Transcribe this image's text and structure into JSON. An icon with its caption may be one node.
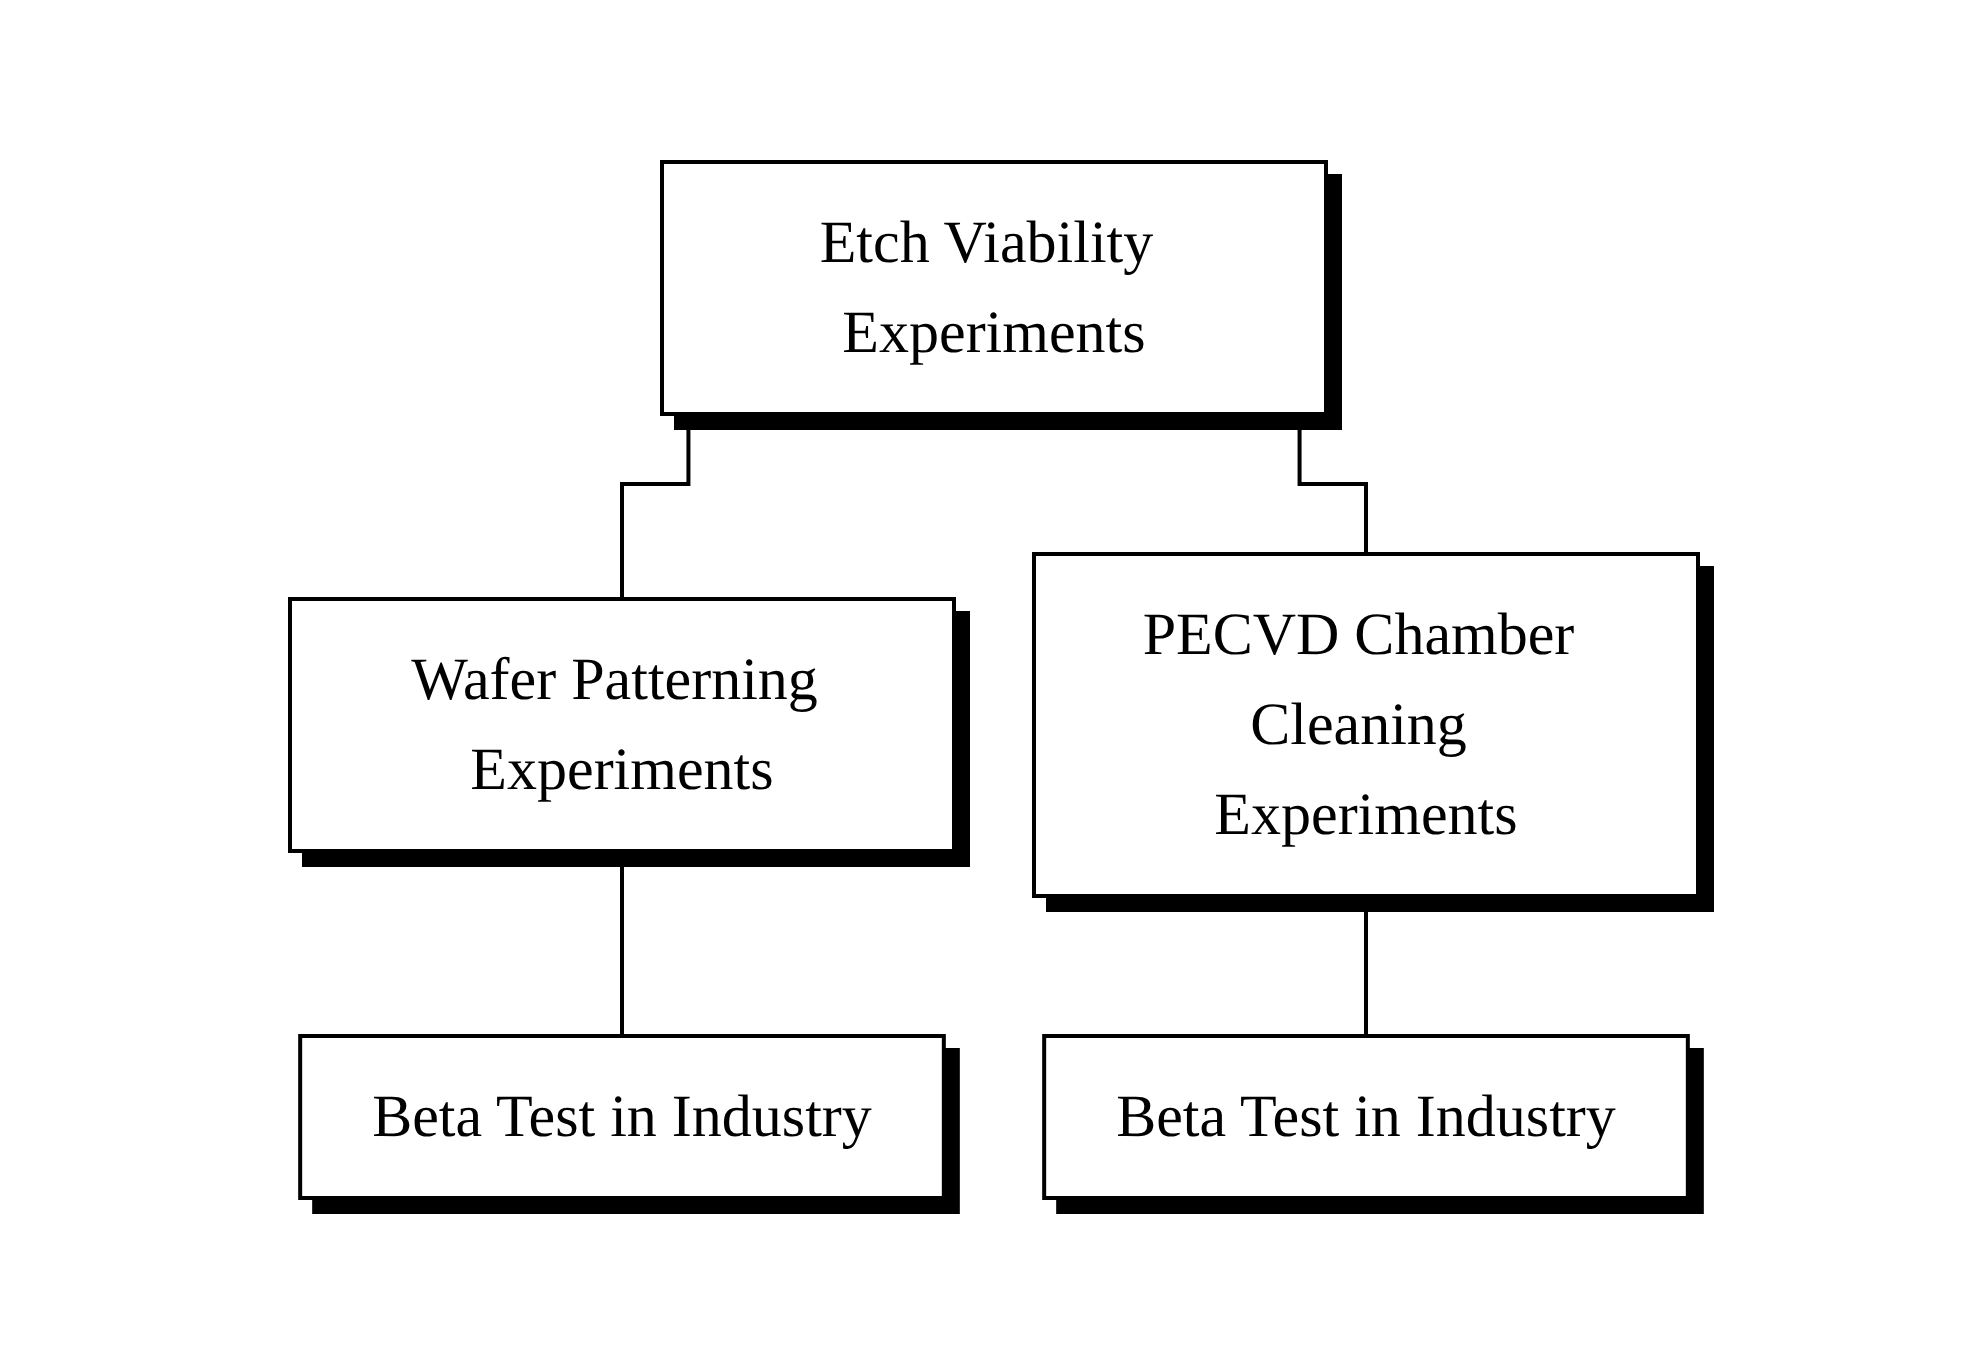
{
  "diagram": {
    "nodes": [
      {
        "text": [
          "Etch Viability Experiments"
        ]
      },
      {
        "text": [
          "Wafer Patterning Experiments"
        ]
      },
      {
        "text": [
          "PECVD Chamber Cleaning Experiments"
        ]
      },
      {
        "text": [
          "Beta Test in Industry"
        ]
      },
      {
        "text": [
          "Beta Test in Industry"
        ]
      }
    ],
    "edges": [
      {
        "from": 0,
        "to": 1,
        "arrow": "none"
      },
      {
        "from": 0,
        "to": 2,
        "arrow": "none"
      },
      {
        "from": 1,
        "to": 3,
        "arrow": "none"
      },
      {
        "from": 2,
        "to": 4,
        "arrow": "none"
      }
    ]
  }
}
